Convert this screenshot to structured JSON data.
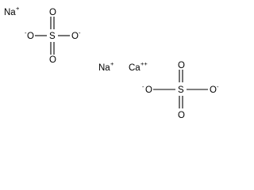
{
  "ions": {
    "na1": {
      "symbol": "Na",
      "charge": "+"
    },
    "na2": {
      "symbol": "Na",
      "charge": "+"
    },
    "ca": {
      "symbol": "Ca",
      "charge": "++"
    }
  },
  "sulfate1": {
    "o_top": "O",
    "o_bottom": "O",
    "o_left": "O",
    "o_left_charge": "-",
    "o_right": "O",
    "o_right_charge": "-",
    "s": "S"
  },
  "sulfate2": {
    "o_top": "O",
    "o_bottom": "O",
    "o_left": "O",
    "o_left_charge": "-",
    "o_right": "O",
    "o_right_charge": "-",
    "s": "S"
  }
}
